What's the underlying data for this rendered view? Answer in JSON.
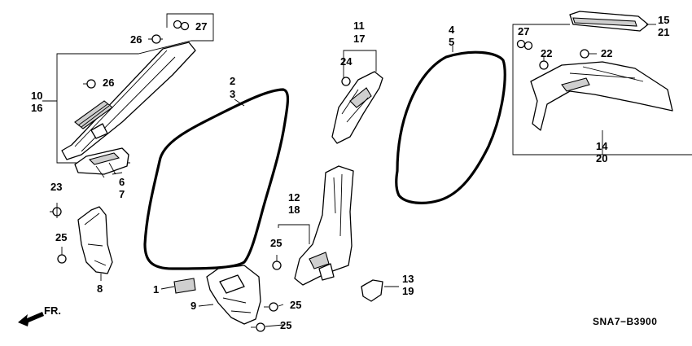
{
  "diagram_code": "SNA7−B3900",
  "front_indicator": "FR.",
  "callouts": {
    "c1": "1",
    "c2_3": [
      "2",
      "3"
    ],
    "c4_5": [
      "4",
      "5"
    ],
    "c6_7": [
      "6",
      "7"
    ],
    "c8": "8",
    "c9": "9",
    "c10_16": [
      "10",
      "16"
    ],
    "c11_17": [
      "11",
      "17"
    ],
    "c12_18": [
      "12",
      "18"
    ],
    "c13_19": [
      "13",
      "19"
    ],
    "c14_20": [
      "14",
      "20"
    ],
    "c15_21": [
      "15",
      "21"
    ],
    "c22a": "22",
    "c22b": "22",
    "c23": "23",
    "c24": "24",
    "c25a": "25",
    "c25b": "25",
    "c25c": "25",
    "c25d": "25",
    "c26a": "26",
    "c26b": "26",
    "c27a": "27",
    "c27b": "27"
  }
}
